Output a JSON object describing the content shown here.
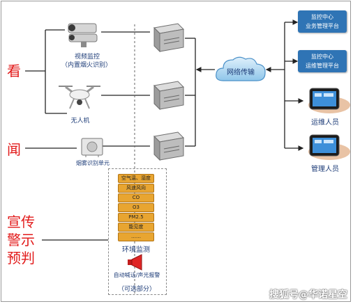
{
  "left_labels": {
    "see": "看",
    "hear": "闻",
    "warn_1": "宣传",
    "warn_2": "警示",
    "warn_3": "预判"
  },
  "devices": {
    "video_title": "视频监控",
    "video_sub": "（内置烟火识别）",
    "drone": "无人机",
    "smoke": "烟雾识别单元"
  },
  "env": {
    "items": [
      "空气温、湿度",
      "风速风向",
      "CO",
      "O3",
      "PM2.5",
      "能见度",
      "……"
    ],
    "title": "环境监测",
    "alarm": "自动喊话/声光报警",
    "optional": "（可选部分）"
  },
  "network": "网络传输",
  "platforms": [
    {
      "line1": "监控中心",
      "line2": "业务管理平台"
    },
    {
      "line1": "监控中心",
      "line2": "运维管理平台"
    }
  ],
  "people": [
    "运维人员",
    "管理人员"
  ],
  "watermark": "搜狐号@华诺星空",
  "colors": {
    "platform_blue": "#2f74b5",
    "pill_orange": "#e8a531",
    "warn_red": "#e21b1b",
    "label_navy": "#1d3c78"
  }
}
